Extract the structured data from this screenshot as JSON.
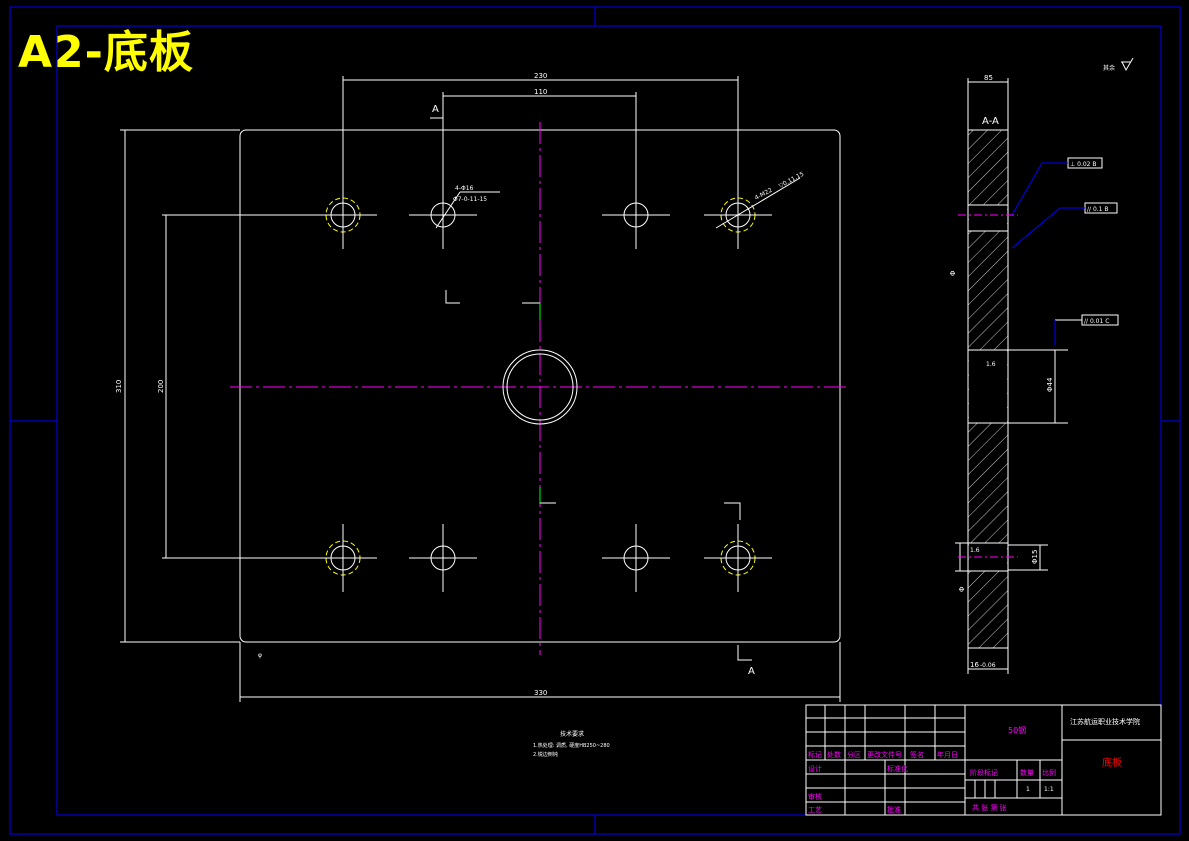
{
  "sheet_title": "A2-底板",
  "colors": {
    "frame": "#0000ff",
    "part": "#ffffff",
    "centerline": "#ff00ff",
    "dim": "#ffffff",
    "dashed": "#ffff00",
    "cyan": "#00ffff",
    "green": "#00ff00",
    "title_text": "#ffff00",
    "label_text": "#ff00ff",
    "red_text": "#ff0000"
  },
  "dimensions": {
    "top_outer": "230",
    "top_inner": "110",
    "left_outer": "310",
    "left_inner": "200",
    "bottom": "330",
    "side_top": "85",
    "side_bore": "Φ44",
    "side_small": "Φ15",
    "side_bottom": "16",
    "side_bottom_tol": "-0.06"
  },
  "callouts": {
    "hole_small": "4-Φ16",
    "hole_small_depth": "Φ7-0-11-15",
    "hole_large": "4-M22",
    "hole_large_depth": "▽0.11.15",
    "section_label": "A",
    "section_view_label": "A-A",
    "roughness_note": "其余",
    "roughness_local_1": "1.6",
    "roughness_local_2": "1.6",
    "datum_left": "Φ",
    "datum_left_2": "Φ"
  },
  "tolerances": {
    "t1": "⊥ 0.02 B",
    "t2": "// 0.1 B",
    "t3": "// 0.01 C"
  },
  "notes": {
    "heading": "技术要求",
    "line1": "1.热处理: 调质, 硬度HB250~280",
    "line2": "2.锐边倒钝"
  },
  "title_block": {
    "material": "50钢",
    "school": "江苏航运职业技术学院",
    "part_name": "底板",
    "row_labels": [
      "标记",
      "处数",
      "分区",
      "更改文件号",
      "签名",
      "年月日"
    ],
    "design": "设计",
    "standard": "标准化",
    "review": "审核",
    "process": "工艺",
    "approve": "批准",
    "stage": "阶段标记",
    "weight": "数量",
    "scale": "比例",
    "qty": "1",
    "scale_val": "1:1",
    "sheet": "共  张 第  张"
  }
}
